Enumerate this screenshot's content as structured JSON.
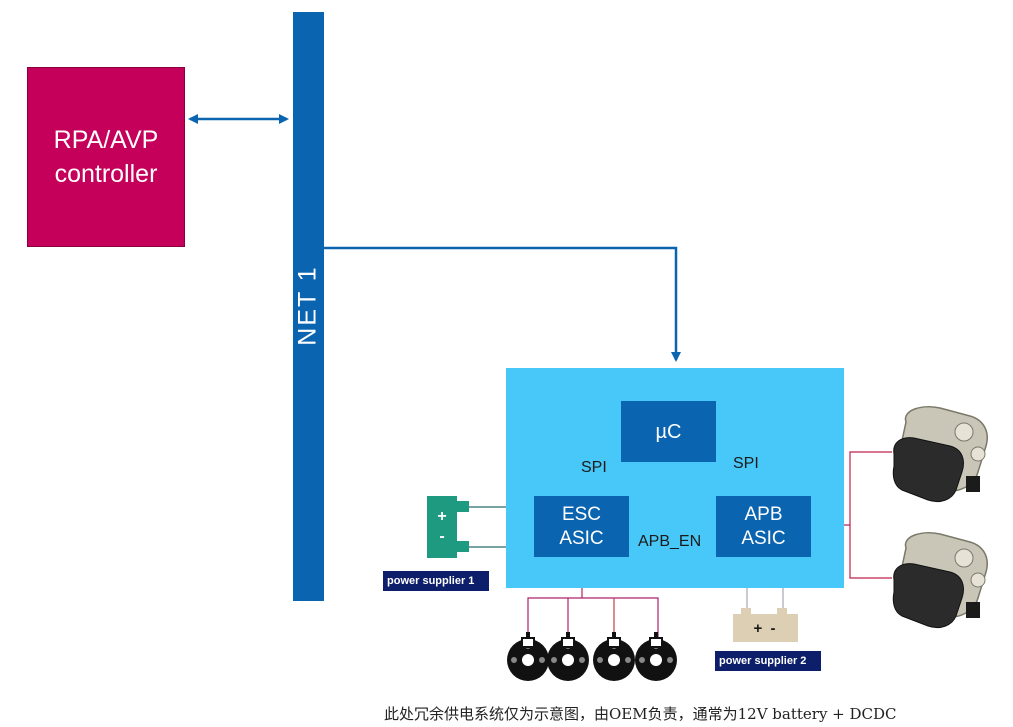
{
  "controller": {
    "line1": "RPA/AVP",
    "line2": "controller"
  },
  "network": {
    "label": "NET 1"
  },
  "ecu": {
    "uc_label": "µC",
    "esc": {
      "line1": "ESC",
      "line2": "ASIC"
    },
    "apb": {
      "line1": "APB",
      "line2": "ASIC"
    },
    "spi_left": "SPI",
    "spi_right": "SPI",
    "apb_en": "APB_EN"
  },
  "power_supplier_1": {
    "plus": "+",
    "minus": "-",
    "label": "power supplier 1"
  },
  "power_supplier_2": {
    "terminals": "+ -",
    "label": "power supplier 2"
  },
  "footer_note": "此处冗余供电系统仅为示意图，由OEM负责，通常为12V battery + DCDC",
  "colors": {
    "controller": "#c5005a",
    "bus": "#0a64b0",
    "ecu_box": "#48c8f8",
    "chip": "#0a64b0",
    "power_supplier_1": "#1e9a80",
    "power_tag": "#0d1f6b",
    "battery": "#dccfb4",
    "signal_line": "#b0206a"
  },
  "icons": {
    "wheel_speed_sensor": "wheel-speed-sensor-icon",
    "brake_caliper": "brake-caliper-icon"
  }
}
